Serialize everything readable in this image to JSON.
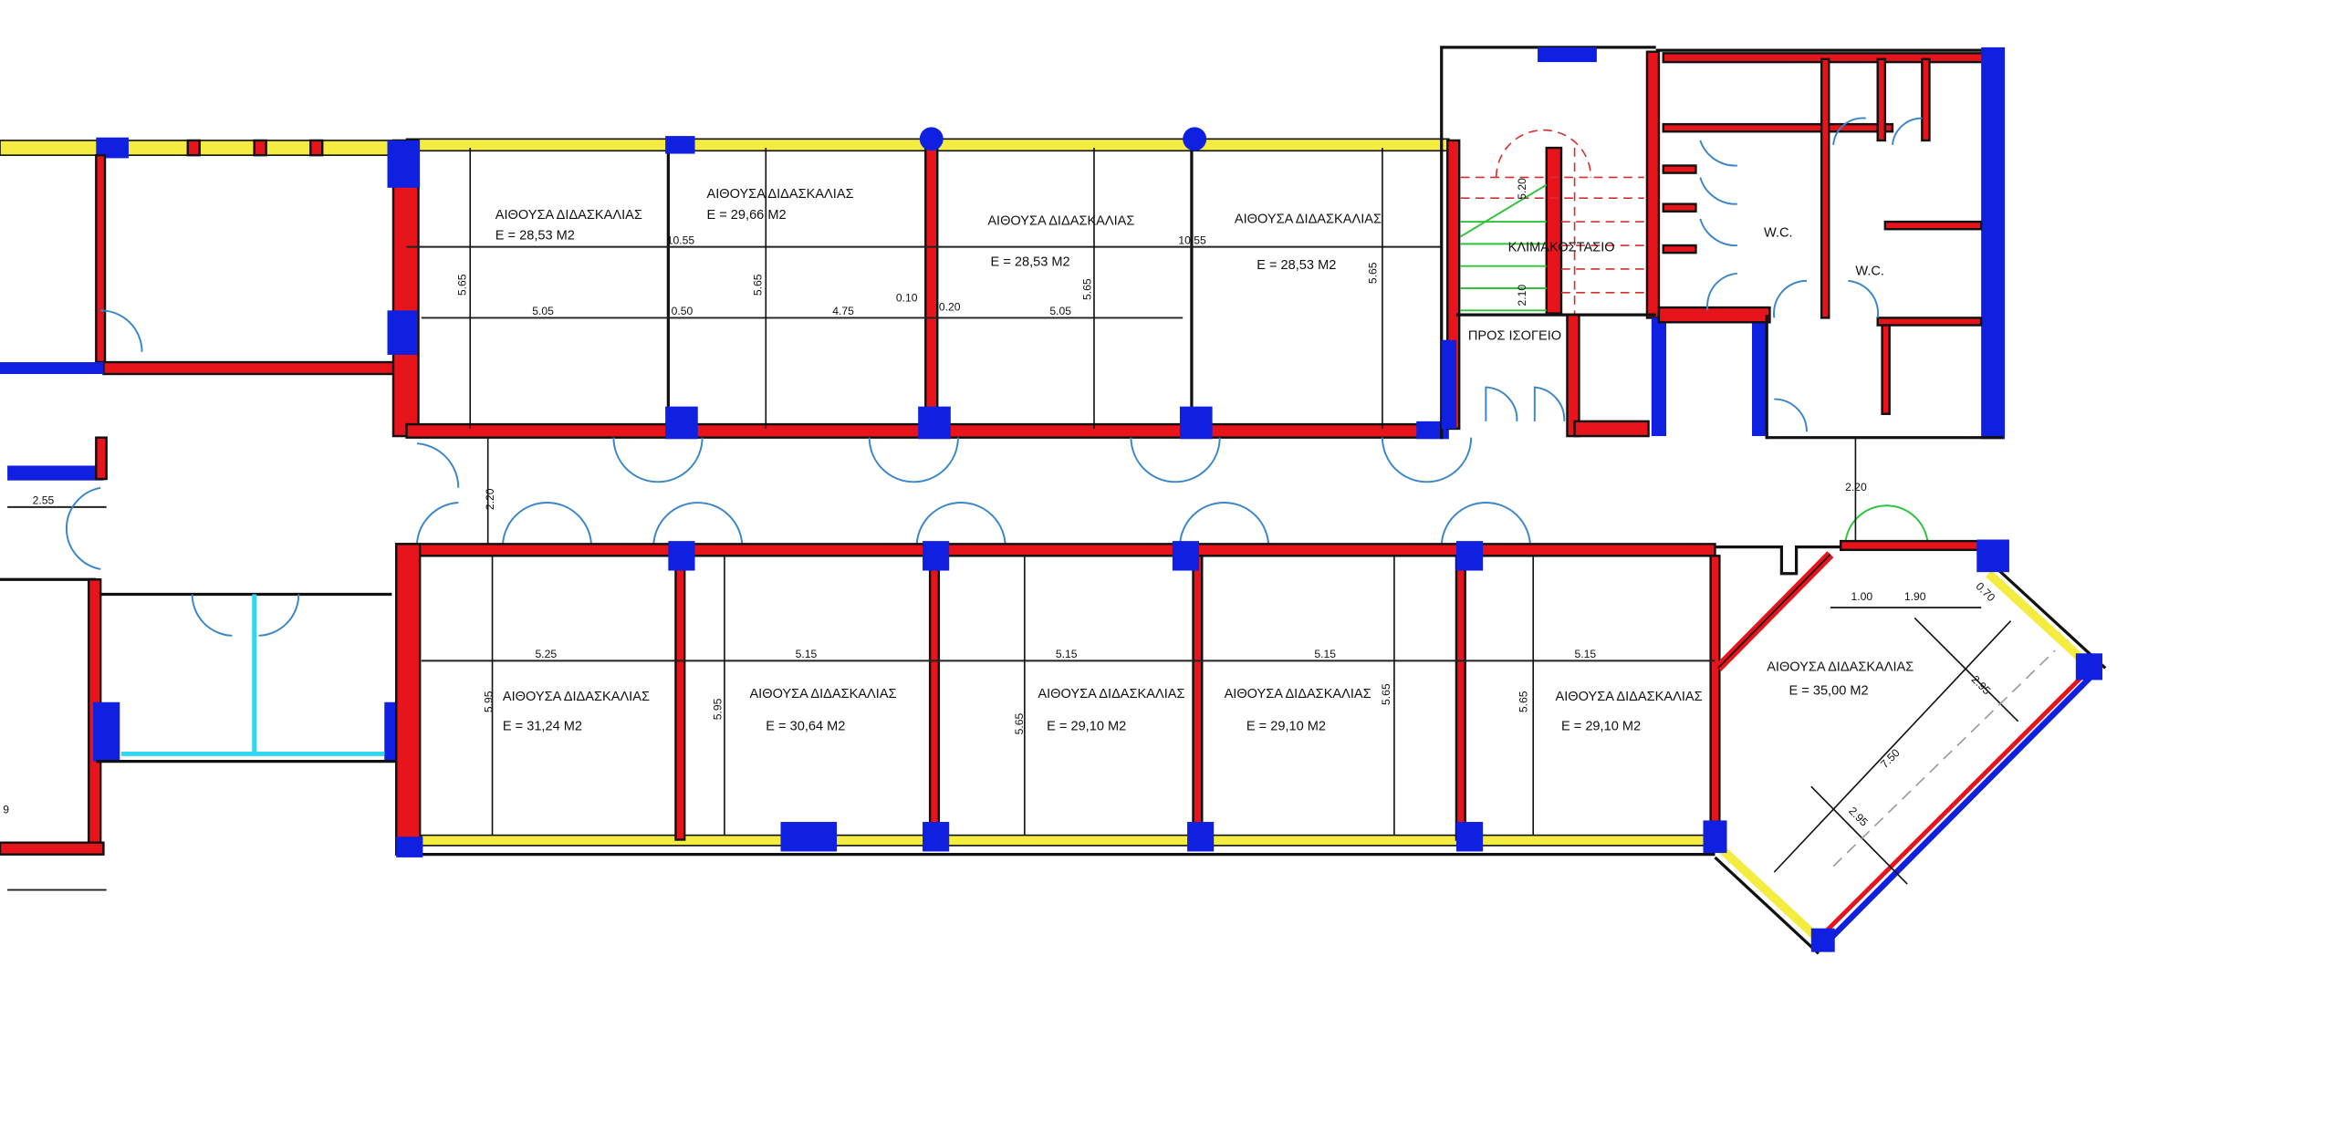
{
  "top_rooms": [
    {
      "name": "ΑΙΘΟΥΣΑ ΔΙΔΑΣΚΑΛΙΑΣ",
      "area": "Ε = 28,53 Μ2"
    },
    {
      "name": "ΑΙΘΟΥΣΑ ΔΙΔΑΣΚΑΛΙΑΣ",
      "area": "Ε = 29,66 Μ2"
    },
    {
      "name": "ΑΙΘΟΥΣΑ ΔΙΔΑΣΚΑΛΙΑΣ",
      "area": "Ε = 28,53 Μ2"
    },
    {
      "name": "ΑΙΘΟΥΣΑ ΔΙΔΑΣΚΑΛΙΑΣ",
      "area": "Ε = 28,53 Μ2"
    }
  ],
  "bottom_rooms": [
    {
      "name": "ΑΙΘΟΥΣΑ ΔΙΔΑΣΚΑΛΙΑΣ",
      "area": "Ε = 31,24 Μ2"
    },
    {
      "name": "ΑΙΘΟΥΣΑ ΔΙΔΑΣΚΑΛΙΑΣ",
      "area": "Ε = 30,64 Μ2"
    },
    {
      "name": "ΑΙΘΟΥΣΑ ΔΙΔΑΣΚΑΛΙΑΣ",
      "area": "Ε = 29,10 Μ2"
    },
    {
      "name": "ΑΙΘΟΥΣΑ ΔΙΔΑΣΚΑΛΙΑΣ",
      "area": "Ε = 29,10 Μ2"
    },
    {
      "name": "ΑΙΘΟΥΣΑ ΔΙΔΑΣΚΑΛΙΑΣ",
      "area": "Ε = 29,10 Μ2"
    }
  ],
  "angled_room": {
    "name": "ΑΙΘΟΥΣΑ ΔΙΔΑΣΚΑΛΙΑΣ",
    "area": "Ε = 35,00 Μ2",
    "dims": [
      "1.00",
      "1.90",
      "0.70",
      "7.50",
      "2.95",
      "2.95"
    ]
  },
  "stair": {
    "name": "ΚΛΙΜΑΚΟΣΤΑΣΙΟ",
    "to_ground": "ΠΡΟΣ ΙΣΟΓΕΙΟ",
    "dims": [
      "5.20",
      "2.10"
    ]
  },
  "wc": [
    "W.C.",
    "W.C."
  ],
  "top_dims": {
    "overall": [
      "10.55",
      "10.55"
    ],
    "depth": [
      "5.65",
      "5.65",
      "5.65",
      "5.65"
    ],
    "widths": [
      "5.05",
      "0.50",
      "4.75",
      "0.10",
      "0.20",
      "5.05"
    ]
  },
  "bottom_dims": {
    "widths": [
      "5.25",
      "5.15",
      "5.15",
      "5.15",
      "5.15"
    ],
    "depth": [
      "5.95",
      "5.95",
      "5.65",
      "5.65",
      "5.65"
    ]
  },
  "corridor_dims": [
    "2.20",
    "2.20"
  ],
  "left_dims": [
    "2.55",
    "9"
  ],
  "colors": {
    "wall": "#e8141c",
    "column": "#1020e0",
    "window": "#f4ec40",
    "door": "#3a86c8",
    "dim_mark": "#2ec43a"
  }
}
